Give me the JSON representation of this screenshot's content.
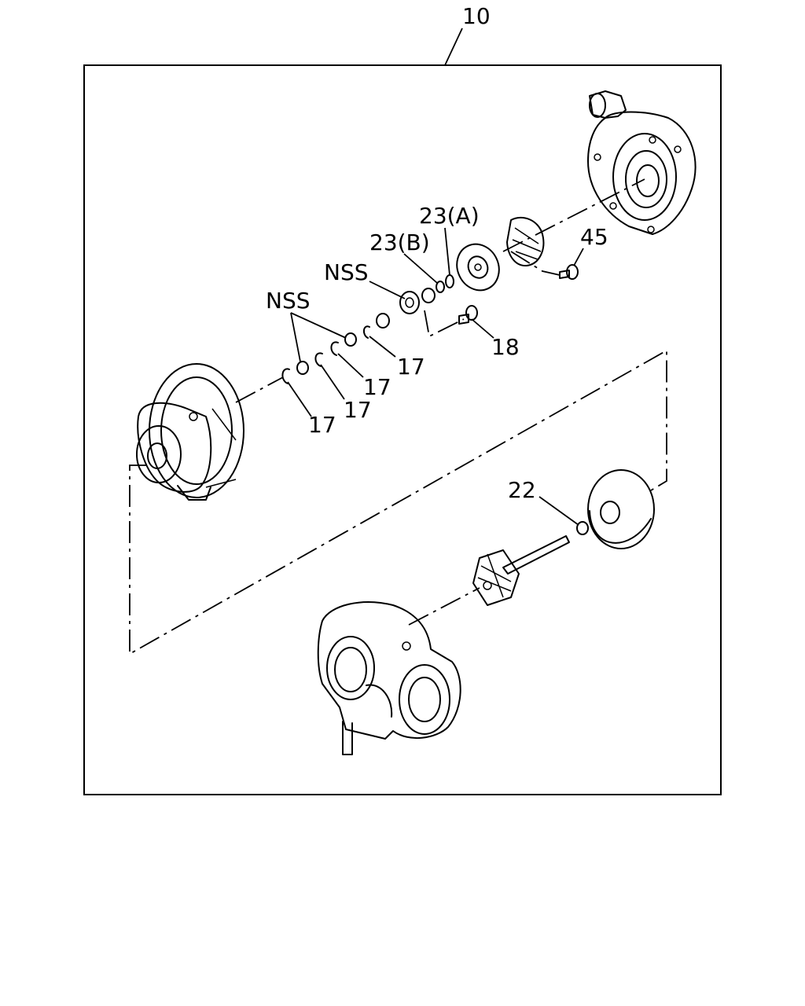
{
  "labels": {
    "assembly": "10",
    "oring_a": "23(A)",
    "oring_b": "23(B)",
    "bolt_45": "45",
    "nss_upper": "NSS",
    "nss_lower": "NSS",
    "screw_18": "18",
    "ring_17_a": "17",
    "ring_17_b": "17",
    "ring_17_c": "17",
    "ring_17_d": "17",
    "oring_22": "22"
  }
}
